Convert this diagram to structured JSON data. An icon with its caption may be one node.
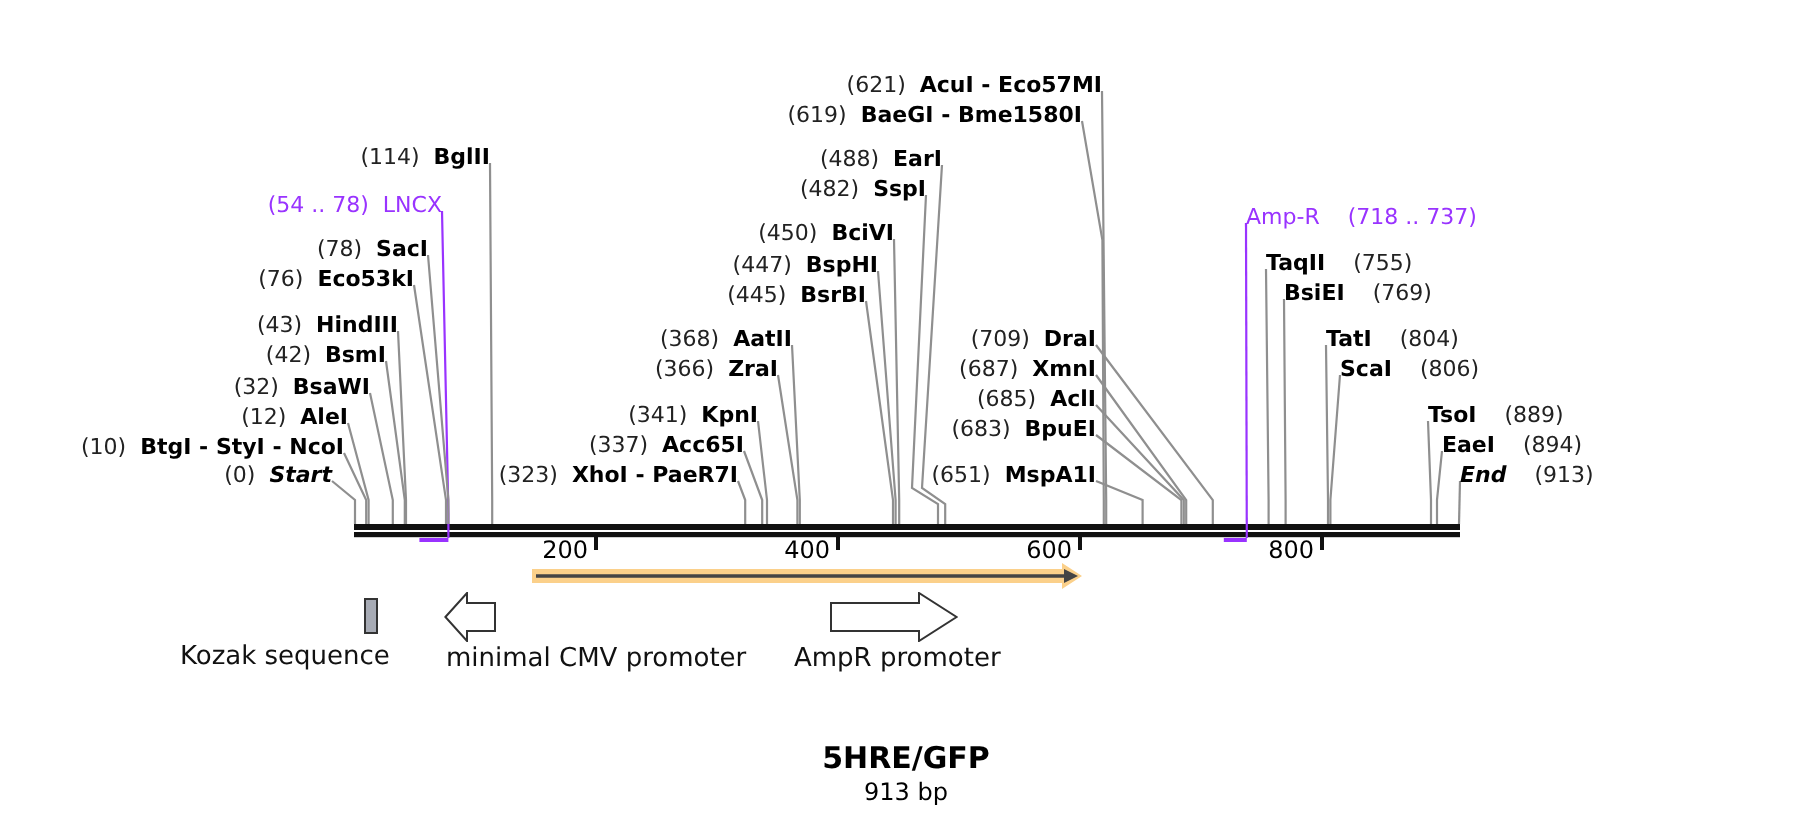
{
  "diagram": {
    "title": "5HRE/GFP",
    "nodes": [
      {
        "text": [
          "(621)",
          "AcuI - Eco57MI"
        ]
      },
      {
        "text": [
          "(619)",
          "BaeGI - Bme1580I"
        ]
      },
      {
        "text": [
          "(114)",
          "BglII"
        ]
      },
      {
        "text": [
          "(488)",
          "EarI"
        ]
      },
      {
        "text": [
          "(482)",
          "SspI"
        ]
      },
      {
        "text": [
          "(54 .. 78)",
          "LNCX"
        ]
      },
      {
        "text": [
          "Amp-R",
          "(718 .. 737)"
        ]
      },
      {
        "text": [
          "(450)",
          "BciVI"
        ]
      },
      {
        "text": [
          "(78)",
          "SacI"
        ]
      },
      {
        "text": [
          "TaqII",
          "(755)"
        ]
      },
      {
        "text": [
          "(447)",
          "BspHI"
        ]
      },
      {
        "text": [
          "(76)",
          "Eco53kI"
        ]
      },
      {
        "text": [
          "BsiEI",
          "(769)"
        ]
      },
      {
        "text": [
          "(445)",
          "BsrBI"
        ]
      },
      {
        "text": [
          "(43)",
          "HindIII"
        ]
      },
      {
        "text": [
          "(368)",
          "AatII"
        ]
      },
      {
        "text": [
          "(709)",
          "DraI"
        ]
      },
      {
        "text": [
          "TatI",
          "(804)"
        ]
      },
      {
        "text": [
          "(42)",
          "BsmI"
        ]
      },
      {
        "text": [
          "(366)",
          "ZraI"
        ]
      },
      {
        "text": [
          "(687)",
          "XmnI"
        ]
      },
      {
        "text": [
          "ScaI",
          "(806)"
        ]
      },
      {
        "text": [
          "(32)",
          "BsaWI"
        ]
      },
      {
        "text": [
          "(685)",
          "AclI"
        ]
      },
      {
        "text": [
          "(341)",
          "KpnI"
        ]
      },
      {
        "text": [
          "TsoI",
          "(889)"
        ]
      },
      {
        "text": [
          "(12)",
          "AleI"
        ]
      },
      {
        "text": [
          "(683)",
          "BpuEI"
        ]
      },
      {
        "text": [
          "(337)",
          "Acc65I"
        ]
      },
      {
        "text": [
          "EaeI",
          "(894)"
        ]
      },
      {
        "text": [
          "(10)",
          "BtgI - StyI - NcoI"
        ]
      },
      {
        "text": [
          "(0)",
          "Start"
        ]
      },
      {
        "text": [
          "(323)",
          "XhoI - PaeR7I"
        ]
      },
      {
        "text": [
          "(651)",
          "MspA1I"
        ]
      },
      {
        "text": [
          "End",
          "(913)"
        ]
      },
      {
        "text": [],
        "shape": "bar"
      },
      {
        "text": [],
        "shape": "bar"
      },
      {
        "text": [],
        "shape": "bar"
      },
      {
        "text": [],
        "shape": "arrow"
      },
      {
        "text": [
          "Kozak sequence"
        ]
      },
      {
        "text": [
          "minimal CMV promoter"
        ]
      },
      {
        "text": [
          "AmpR promoter"
        ]
      }
    ],
    "edges": [
      {
        "from": 0,
        "to": 35,
        "arrow": "none"
      },
      {
        "from": 1,
        "to": 35,
        "arrow": "none"
      },
      {
        "from": 2,
        "to": 35,
        "arrow": "none"
      },
      {
        "from": 3,
        "to": 35,
        "arrow": "none"
      },
      {
        "from": 4,
        "to": 35,
        "arrow": "none"
      },
      {
        "from": 5,
        "to": 36,
        "arrow": "none",
        "color": "#9933ff"
      },
      {
        "from": 6,
        "to": 37,
        "arrow": "none",
        "color": "#9933ff"
      },
      {
        "from": 7,
        "to": 35,
        "arrow": "none"
      },
      {
        "from": 8,
        "to": 35,
        "arrow": "none"
      },
      {
        "from": 9,
        "to": 35,
        "arrow": "none"
      },
      {
        "from": 10,
        "to": 35,
        "arrow": "none"
      },
      {
        "from": 11,
        "to": 35,
        "arrow": "none"
      },
      {
        "from": 12,
        "to": 35,
        "arrow": "none"
      },
      {
        "from": 13,
        "to": 35,
        "arrow": "none"
      },
      {
        "from": 14,
        "to": 35,
        "arrow": "none"
      },
      {
        "from": 15,
        "to": 35,
        "arrow": "none"
      },
      {
        "from": 16,
        "to": 35,
        "arrow": "none"
      },
      {
        "from": 17,
        "to": 35,
        "arrow": "none"
      },
      {
        "from": 18,
        "to": 35,
        "arrow": "none"
      },
      {
        "from": 19,
        "to": 35,
        "arrow": "none"
      },
      {
        "from": 20,
        "to": 35,
        "arrow": "none"
      },
      {
        "from": 21,
        "to": 35,
        "arrow": "none"
      },
      {
        "from": 22,
        "to": 35,
        "arrow": "none"
      },
      {
        "from": 23,
        "to": 35,
        "arrow": "none"
      },
      {
        "from": 24,
        "to": 35,
        "arrow": "none"
      },
      {
        "from": 25,
        "to": 35,
        "arrow": "none"
      },
      {
        "from": 26,
        "to": 35,
        "arrow": "none"
      },
      {
        "from": 27,
        "to": 35,
        "arrow": "none"
      },
      {
        "from": 28,
        "to": 35,
        "arrow": "none"
      },
      {
        "from": 29,
        "to": 35,
        "arrow": "none"
      },
      {
        "from": 30,
        "to": 35,
        "arrow": "none"
      },
      {
        "from": 31,
        "to": 35,
        "arrow": "none"
      },
      {
        "from": 32,
        "to": 35,
        "arrow": "none"
      },
      {
        "from": 33,
        "to": 35,
        "arrow": "none"
      },
      {
        "from": 34,
        "to": 35,
        "arrow": "none"
      }
    ],
    "labels": [
      "200",
      "400",
      "600",
      "800",
      "913 bp"
    ]
  }
}
